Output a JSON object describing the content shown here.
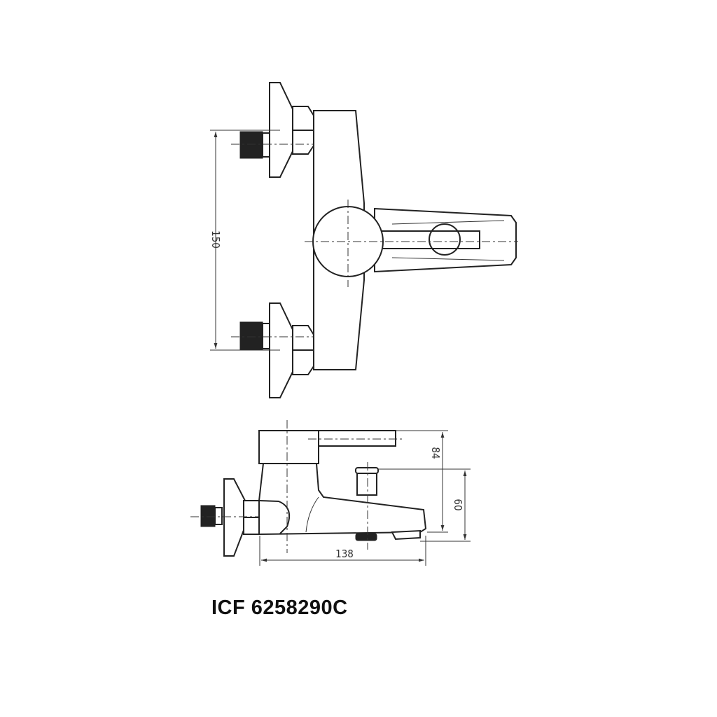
{
  "title": "ICF 6258290C",
  "dimensions": {
    "inlet_spacing": "150",
    "height_to_handle": "84",
    "spout_height": "60",
    "depth": "138"
  }
}
